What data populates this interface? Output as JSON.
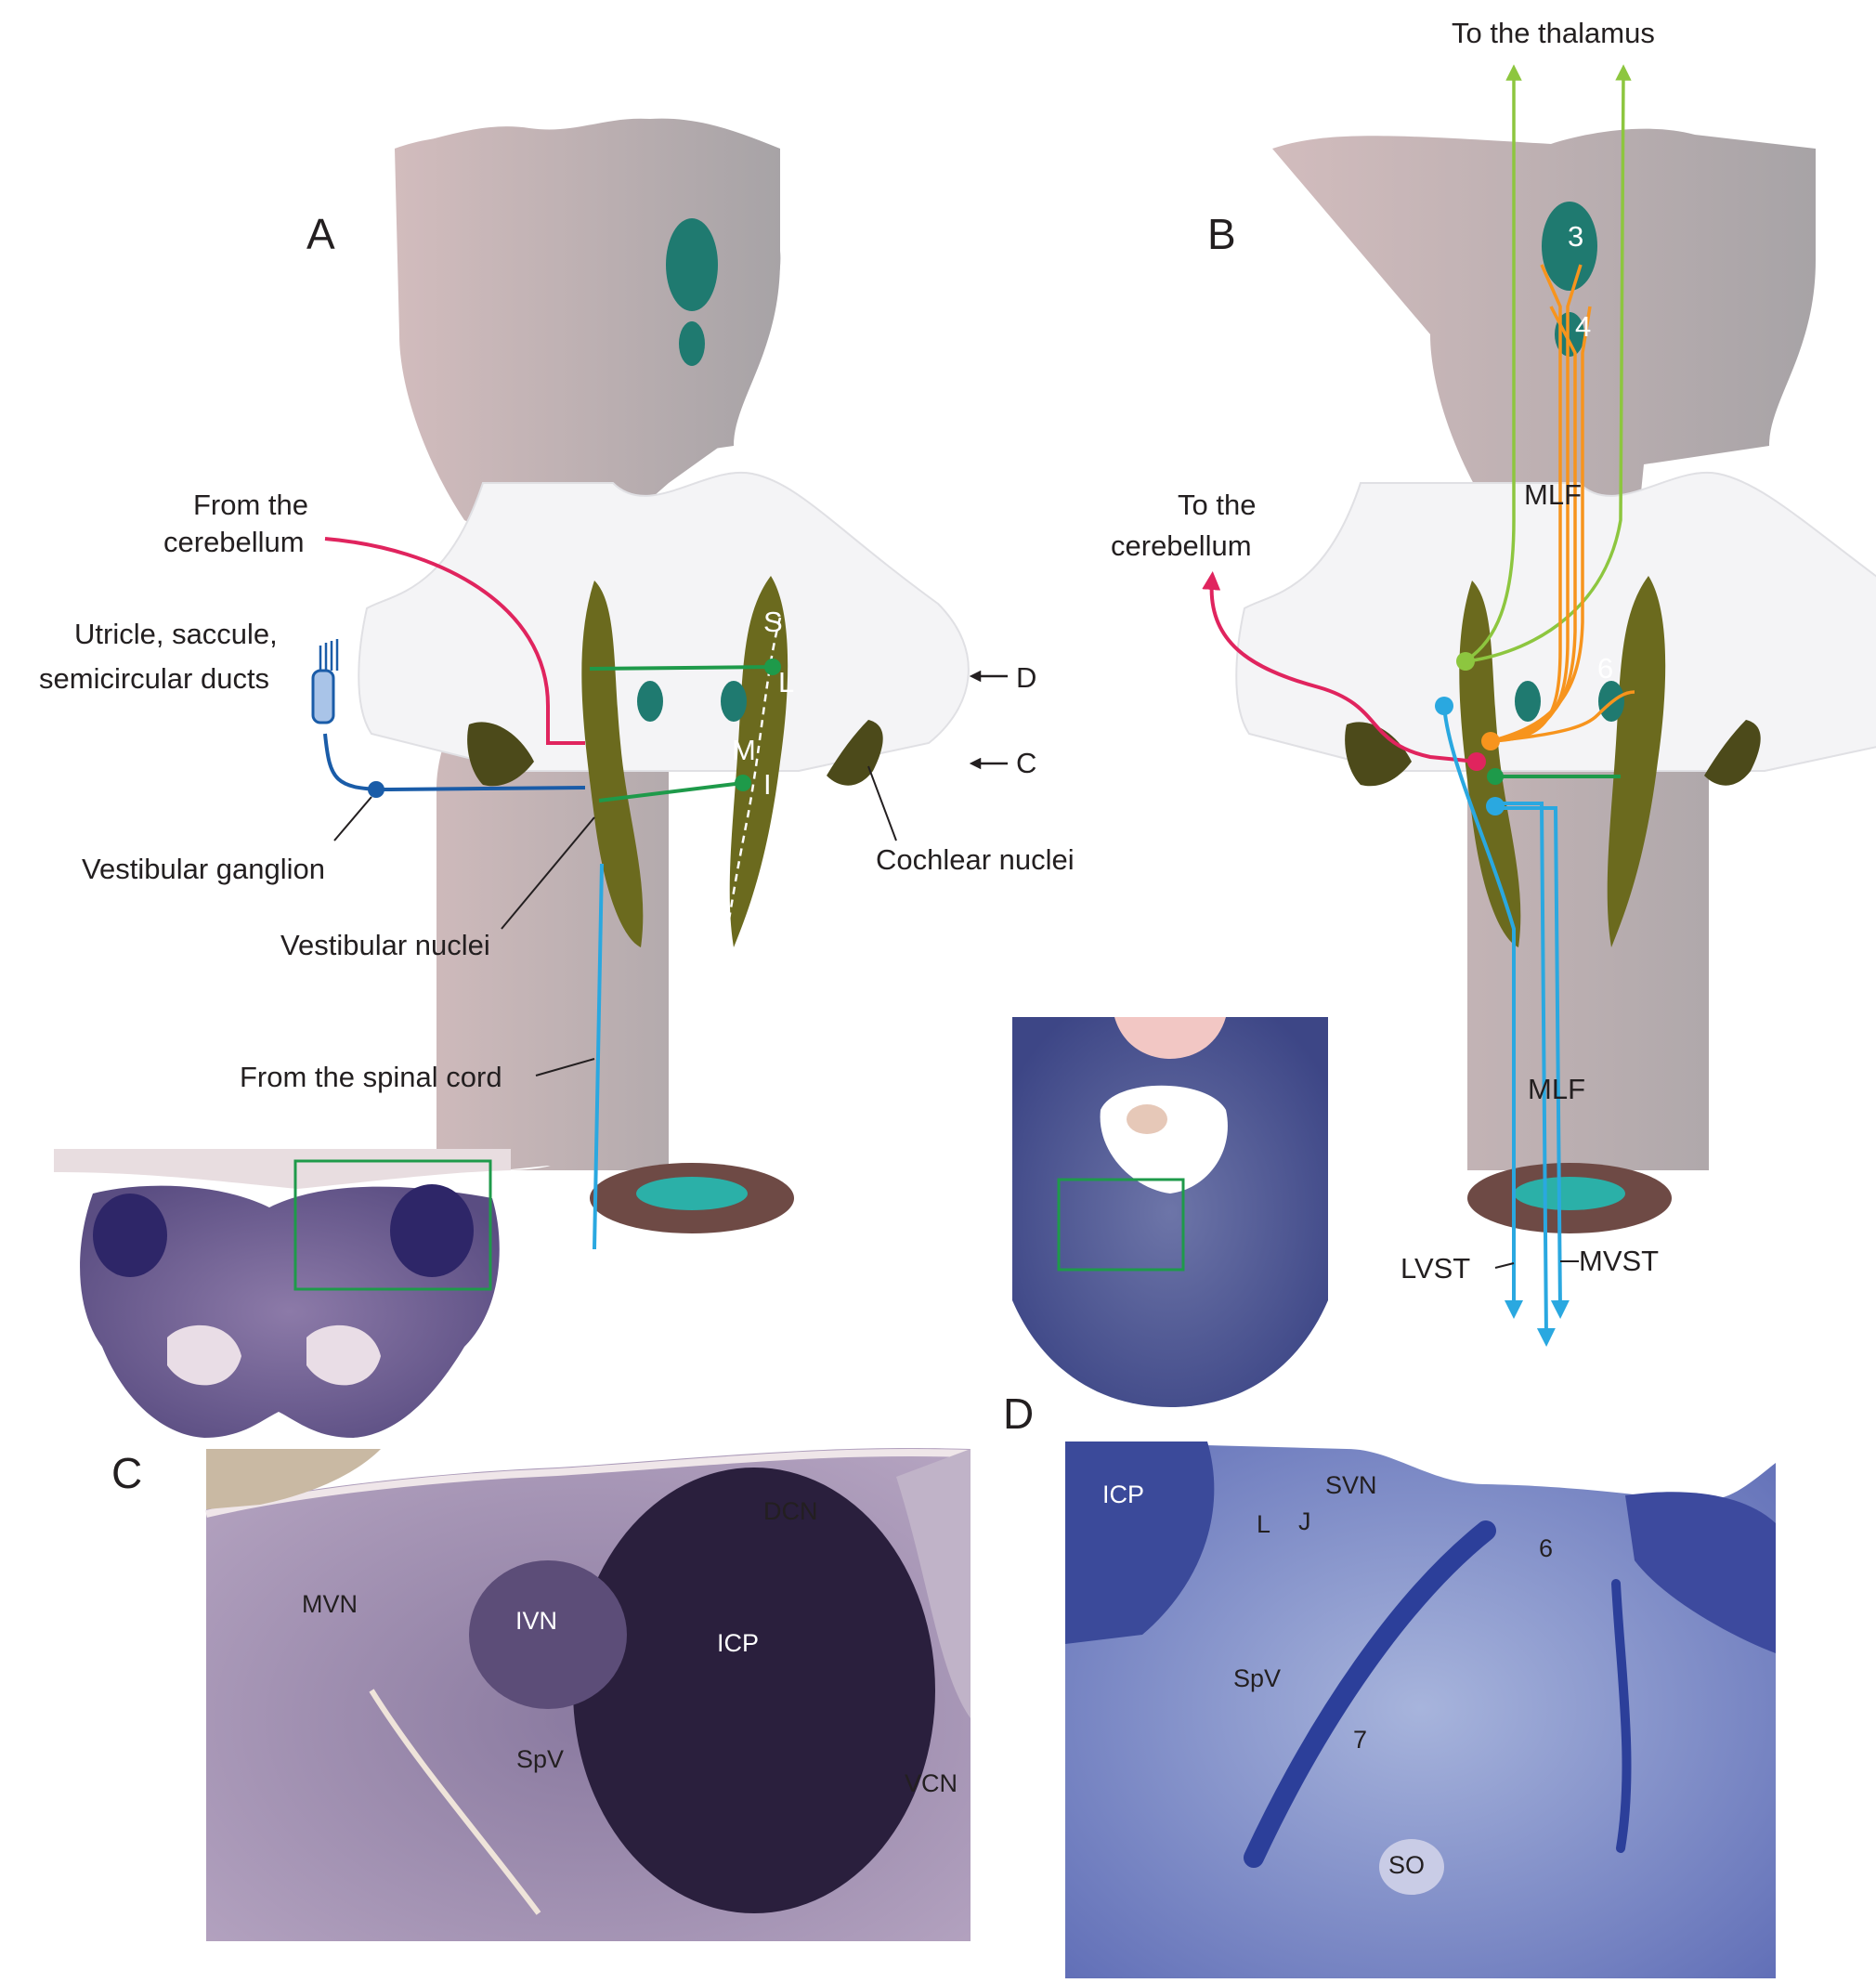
{
  "panels": {
    "A": {
      "letter": "A",
      "labels": {
        "from_cerebellum": [
          "From the",
          "cerebellum"
        ],
        "receptors": [
          "Utricle, saccule,",
          "semicircular ducts"
        ],
        "vestibular_ganglion": "Vestibular ganglion",
        "vestibular_nuclei": "Vestibular nuclei",
        "from_spinal_cord": "From the spinal cord",
        "cochlear_nuclei": "Cochlear nuclei",
        "nucleus_S": "S",
        "nucleus_L": "L",
        "nucleus_M": "M",
        "nucleus_I": "I",
        "level_D": "D",
        "level_C": "C"
      }
    },
    "B": {
      "letter": "B",
      "labels": {
        "to_thalamus": "To the thalamus",
        "to_cerebellum": [
          "To the",
          "cerebellum"
        ],
        "mlf_upper": "MLF",
        "mlf_lower": "MLF",
        "n3": "3",
        "n4": "4",
        "n6": "6",
        "lvst": "LVST",
        "mvst": "MVST"
      }
    },
    "C": {
      "letter": "C",
      "labels": {
        "mvn": "MVN",
        "ivn": "IVN",
        "icp": "ICP",
        "dcn": "DCN",
        "spv": "SpV",
        "vcn": "VCN"
      }
    },
    "D": {
      "letter": "D",
      "labels": {
        "icp": "ICP",
        "l": "L",
        "j": "J",
        "svn": "SVN",
        "six": "6",
        "spv": "SpV",
        "seven": "7",
        "so": "SO"
      }
    }
  },
  "colors": {
    "cerebellar": "#e0245e",
    "primary_afferent": "#1a5ca8",
    "commissural": "#1e9a4a",
    "spinal": "#2aa8e0",
    "thalamic": "#8dc63f",
    "oculomotor": "#f7941d",
    "nuclei": "#6b6a1e",
    "brainstem": "#c9b7b7"
  }
}
